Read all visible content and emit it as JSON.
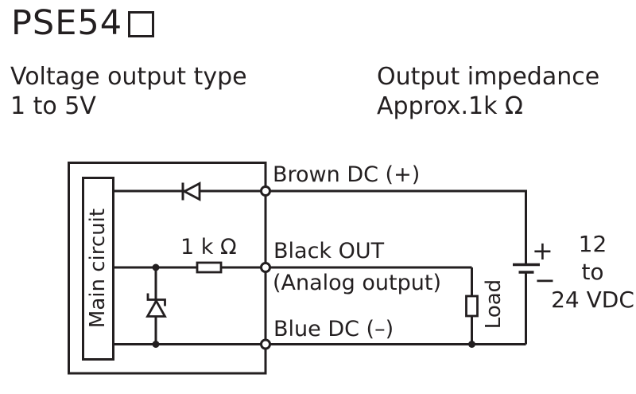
{
  "page": {
    "background": "#ffffff",
    "ink": "#231f20"
  },
  "header": {
    "model": "PSE54",
    "model_full": "PSE54□",
    "left_note": {
      "line1": "Voltage output type",
      "line2": "1 to 5V"
    },
    "right_note": {
      "line1": "Output impedance",
      "line2": "Approx.1k Ω"
    }
  },
  "circuit": {
    "main_circuit_label": "Main circuit",
    "resistor_label": "1 k Ω",
    "load_label": "Load",
    "wire_labels": {
      "brown": "Brown DC (+)",
      "black": "Black OUT",
      "black_sub": "(Analog output)",
      "blue": "Blue DC (–)"
    },
    "battery": {
      "plus": "+",
      "minus": "−",
      "supply": {
        "line1": "12",
        "line2": "to",
        "line3": "24 VDC"
      }
    }
  }
}
